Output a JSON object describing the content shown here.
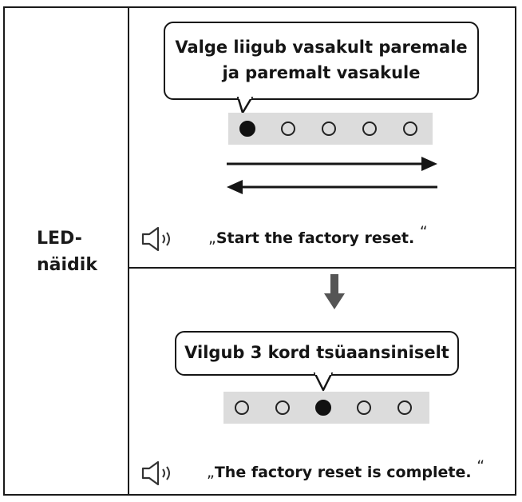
{
  "left_label": [
    "LED-",
    "näidik"
  ],
  "step1": {
    "bubble_lines": [
      "Valge liigub vasakult paremale",
      "ja paremalt vasakule"
    ],
    "leds": [
      true,
      false,
      false,
      false,
      false
    ],
    "speech_open": "„",
    "speech": "Start the factory reset.",
    "speech_close": "“"
  },
  "step2": {
    "bubble_text": "Vilgub 3 kord tsüaansiniselt",
    "leds": [
      false,
      false,
      true,
      false,
      false
    ],
    "speech_open": "„",
    "speech": "The factory reset is complete.",
    "speech_close": "“"
  },
  "icons": {
    "speaker": "speaker-icon",
    "arrow_right": "arrow-right-icon",
    "arrow_left": "arrow-left-icon",
    "arrow_down": "arrow-down-icon"
  }
}
